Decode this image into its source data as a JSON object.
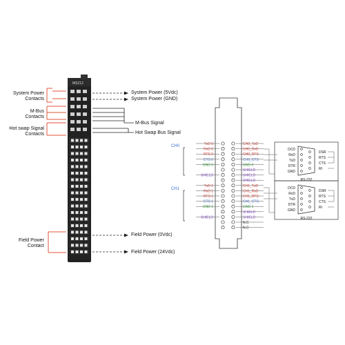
{
  "colors": {
    "bracket": "#e0533a",
    "module_body": "#222222",
    "wire": "#222222",
    "ch_label": "#3b6fd1",
    "pin_txd": "#d8322b",
    "pin_rxd": "#d8322b",
    "pin_rts": "#d8322b",
    "pin_cts": "#3b6fd1",
    "pin_gnd": "#2e9a3a",
    "pin_shield": "#8a4ad3",
    "pin_nc": "#111111"
  },
  "module": {
    "name": "MS212",
    "left_labels": {
      "system_power": [
        "System Power",
        "Contacts"
      ],
      "mbus": [
        "M-Bus",
        "Contacts"
      ],
      "hotswap": [
        "Hot swap Signal",
        "Contacts"
      ],
      "field_power": [
        "Field Power",
        "Contact"
      ]
    },
    "right_labels": {
      "sys_5v": "System Power (5Vdc)",
      "sys_gnd": "System Power (GND)",
      "mbus_signal": "M-Bus Signal",
      "hotswap_bus": "Hot Swap Bus Signal",
      "field_0v": "Field Power (0Vdc)",
      "field_24v": "Field Power (24Vdc)"
    }
  },
  "wiring": {
    "channels": {
      "ch0": "CH0",
      "ch1": "CH1"
    },
    "left_pins": [
      {
        "label": "TxD 0",
        "color": "pin_txd"
      },
      {
        "label": "RxD 0",
        "color": "pin_rxd"
      },
      {
        "label": "RTS 0",
        "color": "pin_rts"
      },
      {
        "label": "CTS 0",
        "color": "pin_cts"
      },
      {
        "label": "GND 0",
        "color": "pin_gnd"
      },
      {
        "label": "",
        "color": "pin_nc"
      },
      {
        "label": "SHIELD",
        "color": "pin_shield"
      },
      {
        "label": "",
        "color": "pin_nc"
      },
      {
        "label": "TxD 1",
        "color": "pin_txd"
      },
      {
        "label": "RxD 1",
        "color": "pin_rxd"
      },
      {
        "label": "RTS 1",
        "color": "pin_rts"
      },
      {
        "label": "CTS 1",
        "color": "pin_cts"
      },
      {
        "label": "GND 1",
        "color": "pin_gnd"
      },
      {
        "label": "",
        "color": "pin_nc"
      },
      {
        "label": "SHIELD",
        "color": "pin_shield"
      },
      {
        "label": "",
        "color": "pin_nc"
      },
      {
        "label": "",
        "color": "pin_nc"
      }
    ],
    "right_pins": [
      {
        "label": "CH0_TxD",
        "color": "pin_txd"
      },
      {
        "label": "CH0_RxD",
        "color": "pin_rxd"
      },
      {
        "label": "CH0_RTS",
        "color": "pin_rts"
      },
      {
        "label": "CH0_CTS",
        "color": "pin_cts"
      },
      {
        "label": "GND 0",
        "color": "pin_gnd"
      },
      {
        "label": "SHIELD",
        "color": "pin_shield"
      },
      {
        "label": "SHIELD",
        "color": "pin_shield"
      },
      {
        "label": "SHIELD",
        "color": "pin_shield"
      },
      {
        "label": "CH1_TxD",
        "color": "pin_txd"
      },
      {
        "label": "CH1_RxD",
        "color": "pin_rxd"
      },
      {
        "label": "CH1_RTS",
        "color": "pin_rts"
      },
      {
        "label": "CH1_CTS",
        "color": "pin_cts"
      },
      {
        "label": "GND 1",
        "color": "pin_gnd"
      },
      {
        "label": "SHIELD",
        "color": "pin_shield"
      },
      {
        "label": "SHIELD",
        "color": "pin_shield"
      },
      {
        "label": "N.C",
        "color": "pin_nc"
      },
      {
        "label": "N.C",
        "color": "pin_nc"
      }
    ],
    "connectors": [
      {
        "name": "RS-232",
        "left_signals": [
          "DCD",
          "RxD",
          "TxD",
          "DTR",
          "GND"
        ],
        "right_signals": [
          "DSR",
          "RTS",
          "CTS",
          "RI"
        ]
      },
      {
        "name": "RS-232",
        "left_signals": [
          "DCD",
          "RxD",
          "TxD",
          "DTR",
          "GND"
        ],
        "right_signals": [
          "DSR",
          "RTS",
          "CTS",
          "RI"
        ]
      }
    ]
  }
}
